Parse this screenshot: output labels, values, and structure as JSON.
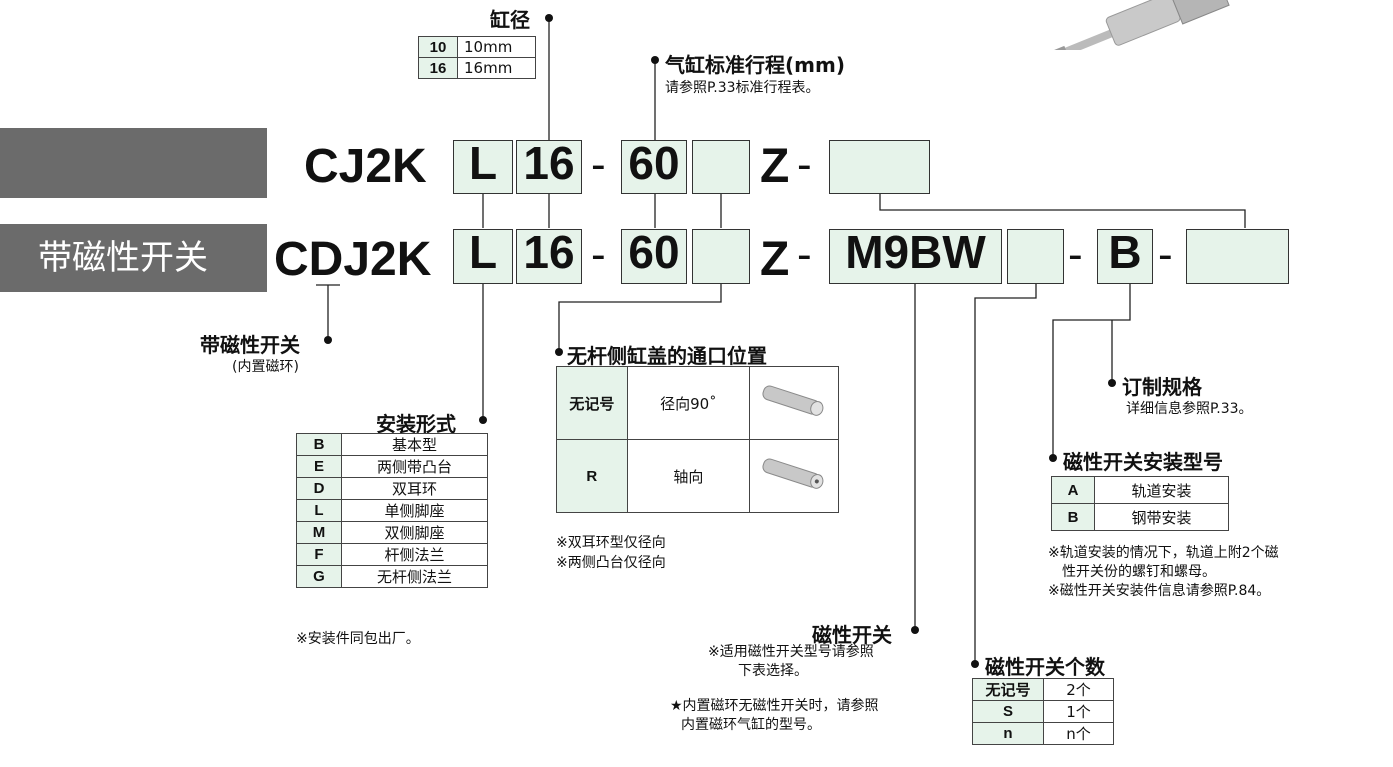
{
  "bars": {
    "variant_label": "带磁性开关"
  },
  "codes": {
    "row1_prefix": "CJ2K",
    "row2_prefix": "CDJ2K",
    "row2_prefix_d": "D",
    "mount": "L",
    "bore": "16",
    "stroke": "60",
    "suffix_z": "Z",
    "switch": "M9BW",
    "switch_mount": "B",
    "dash": "-"
  },
  "bore": {
    "title": "缸径",
    "rows": [
      {
        "code": "10",
        "value": "10mm"
      },
      {
        "code": "16",
        "value": "16mm"
      }
    ]
  },
  "stroke_info": {
    "title": "气缸标准行程(mm)",
    "note": "请参照P.33标准行程表。"
  },
  "magnet": {
    "title": "带磁性开关",
    "sub": "(内置磁环)"
  },
  "mounting": {
    "title": "安装形式",
    "rows": [
      {
        "code": "B",
        "value": "基本型"
      },
      {
        "code": "E",
        "value": "两侧带凸台"
      },
      {
        "code": "D",
        "value": "双耳环"
      },
      {
        "code": "L",
        "value": "单侧脚座"
      },
      {
        "code": "M",
        "value": "双侧脚座"
      },
      {
        "code": "F",
        "value": "杆侧法兰"
      },
      {
        "code": "G",
        "value": "无杆侧法兰"
      }
    ],
    "note": "※安装件同包出厂。"
  },
  "port": {
    "title": "无杆侧缸盖的通口位置",
    "rows": [
      {
        "code": "无记号",
        "value": "径向90˚"
      },
      {
        "code": "R",
        "value": "轴向"
      }
    ],
    "notes": [
      "※双耳环型仅径向",
      "※两侧凸台仅径向"
    ]
  },
  "switch_info": {
    "title": "磁性开关",
    "notes1": [
      "※适用磁性开关型号请参照",
      "下表选择。"
    ],
    "notes2": [
      "★内置磁环无磁性开关时，请参照",
      "内置磁环气缸的型号。"
    ]
  },
  "switch_count": {
    "title": "磁性开关个数",
    "rows": [
      {
        "code": "无记号",
        "value": "2个"
      },
      {
        "code": "S",
        "value": "1个"
      },
      {
        "code": "n",
        "value": "n个"
      }
    ]
  },
  "switch_mount_info": {
    "title": "磁性开关安装型号",
    "rows": [
      {
        "code": "A",
        "value": "轨道安装"
      },
      {
        "code": "B",
        "value": "钢带安装"
      }
    ],
    "notes": [
      "※轨道安装的情况下，轨道上附2个磁",
      "性开关份的螺钉和螺母。",
      "※磁性开关安装件信息请参照P.84。"
    ]
  },
  "custom": {
    "title": "订制规格",
    "note": "详细信息参照P.33。"
  },
  "colors": {
    "box_fill": "#e6f3ea",
    "bar_grey": "#6b6b6b"
  }
}
